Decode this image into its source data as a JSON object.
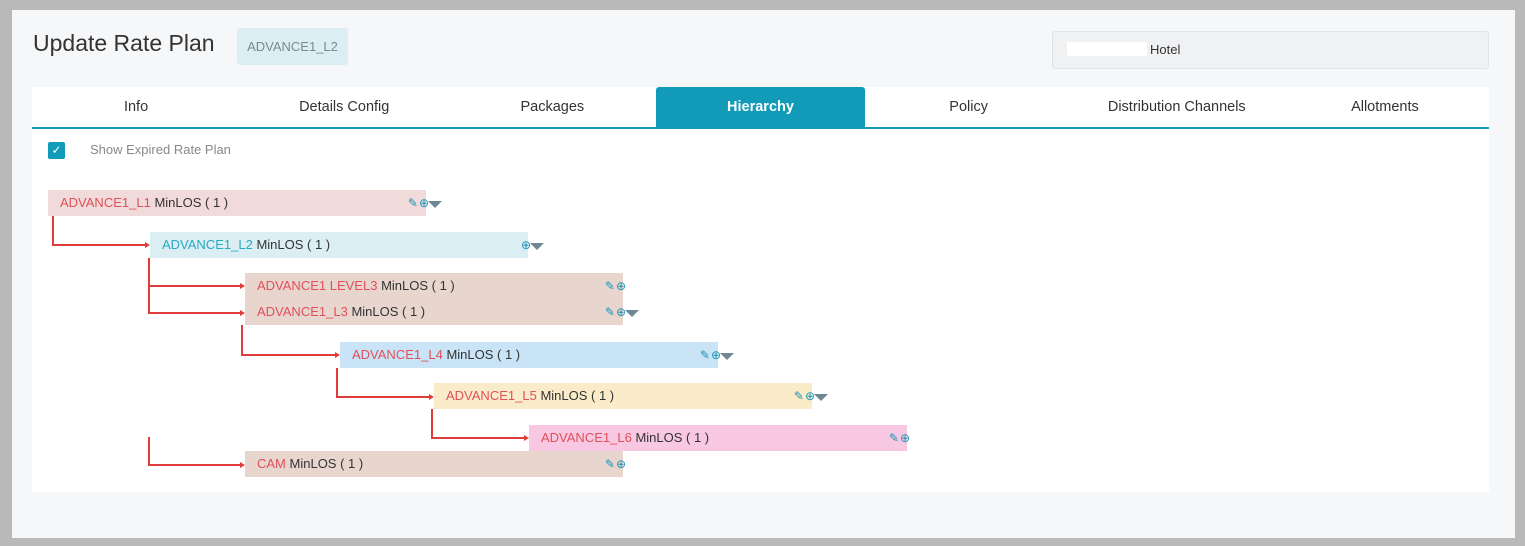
{
  "header": {
    "title": "Update Rate Plan",
    "badge": "ADVANCE1_L2",
    "hotel": "Hotel"
  },
  "tabs": [
    "Info",
    "Details Config",
    "Packages",
    "Hierarchy",
    "Policy",
    "Distribution Channels",
    "Allotments"
  ],
  "active_tab": "Hierarchy",
  "show_expired": {
    "label": "Show Expired Rate Plan",
    "checked": true
  },
  "nodes": [
    {
      "name": "ADVANCE1_L1",
      "info": "MinLOS ( 1 )",
      "color": "#f0dada"
    },
    {
      "name": "ADVANCE1_L2",
      "info": "MinLOS ( 1 )",
      "color": "#dbeef4"
    },
    {
      "name": "ADVANCE1 LEVEL3",
      "info": "MinLOS ( 1 )",
      "color": "#e8d6ce"
    },
    {
      "name": "ADVANCE1_L3",
      "info": "MinLOS ( 1 )",
      "color": "#e8d6ce"
    },
    {
      "name": "ADVANCE1_L4",
      "info": "MinLOS ( 1 )",
      "color": "#c9e3f7"
    },
    {
      "name": "ADVANCE1_L5",
      "info": "MinLOS ( 1 )",
      "color": "#fbecc9"
    },
    {
      "name": "ADVANCE1_L6",
      "info": "MinLOS ( 1 )",
      "color": "#f8c8e2"
    },
    {
      "name": "CAM",
      "info": "MinLOS ( 1 )",
      "color": "#e8d6ce"
    }
  ],
  "colors": {
    "accent": "#119bb8",
    "connector": "#e03c3c"
  }
}
